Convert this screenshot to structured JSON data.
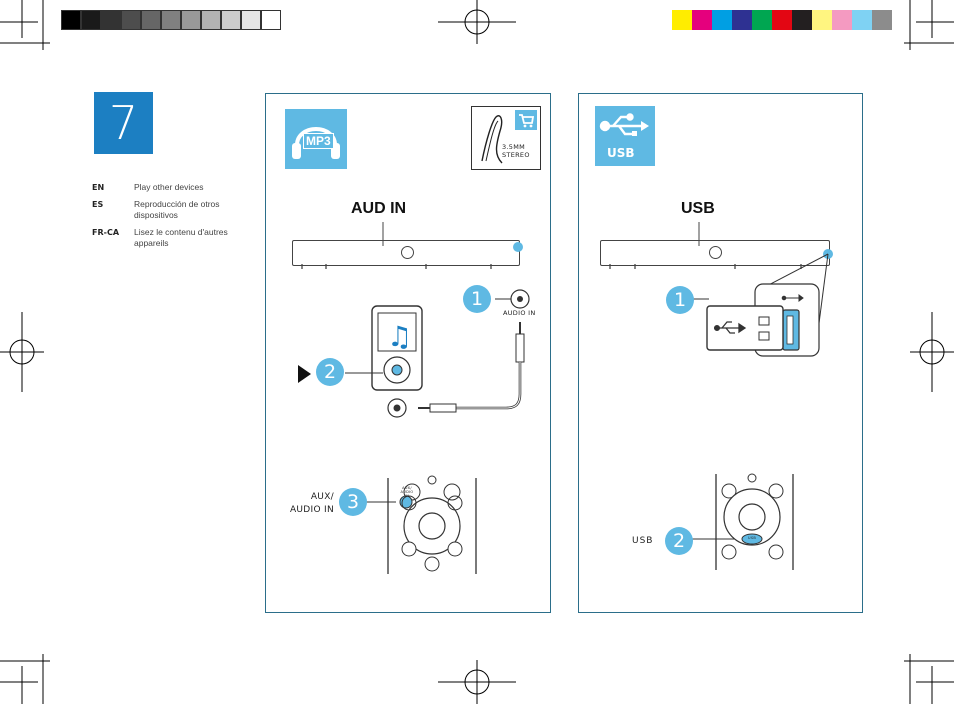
{
  "page": {
    "step_number": "7",
    "languages": [
      {
        "code": "EN",
        "text": "Play other devices"
      },
      {
        "code": "ES",
        "text": "Reproducción de otros dispositivos"
      },
      {
        "code": "FR-CA",
        "text": "Lisez le contenu d'autres appareils"
      }
    ]
  },
  "print_marks": {
    "grayscale": [
      "#000000",
      "#1a1a1a",
      "#333333",
      "#4d4d4d",
      "#666666",
      "#808080",
      "#999999",
      "#b3b3b3",
      "#cccccc",
      "#e6e6e6",
      "#ffffff"
    ],
    "colors": [
      "#ffed00",
      "#e5007d",
      "#009fe3",
      "#2e3192",
      "#00a651",
      "#e30613",
      "#231f20",
      "#fff580",
      "#f49ac1",
      "#7fd2f3",
      "#8c8c8c"
    ]
  },
  "panel_aux": {
    "icon_label": "MP3",
    "cable_label": "3.5MM STEREO",
    "heading": "AUD IN",
    "step1": "1",
    "step2": "2",
    "step3": "3",
    "jack_label": "AUDIO IN",
    "remote_label": "AUX/ AUDIO IN",
    "remote_key_label": "AUX/ AUDIO IN"
  },
  "panel_usb": {
    "icon_label": "USB",
    "heading": "USB",
    "step1": "1",
    "step2": "2",
    "remote_label": "USB",
    "remote_key_label": "USB"
  },
  "colors": {
    "accent": "#5fb9e3",
    "step_box": "#1c7fc2",
    "frame": "#2b6e8a"
  }
}
